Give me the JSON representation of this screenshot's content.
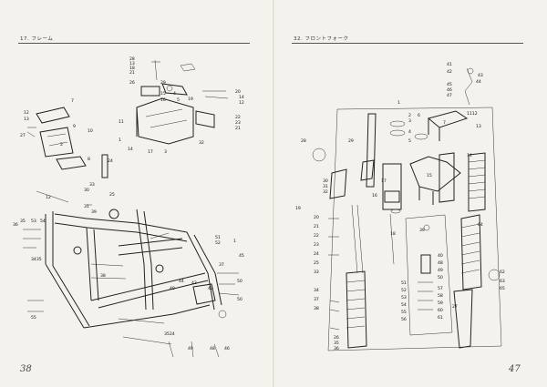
{
  "left_page": {
    "header": "17. フレーム",
    "page_number": "38",
    "labels": [
      "28",
      "13",
      "18",
      "21",
      "26",
      "29",
      "15",
      "16",
      "4",
      "5",
      "19",
      "20",
      "14",
      "12",
      "22",
      "23",
      "21",
      "11",
      "7",
      "12",
      "13",
      "27",
      "9",
      "10",
      "1",
      "14",
      "17",
      "3",
      "2",
      "8",
      "24",
      "32",
      "33",
      "30",
      "25",
      "12",
      "31",
      "36",
      "35",
      "53",
      "54",
      "39",
      "1",
      "51",
      "52",
      "38",
      "37",
      "40",
      "45",
      "3435",
      "44",
      "43",
      "42",
      "50",
      "50",
      "3524",
      "55",
      "49",
      "48",
      "46"
    ]
  },
  "right_page": {
    "header": "32. フロントフォーク",
    "page_number": "47",
    "labels": [
      "41",
      "42",
      "43",
      "44",
      "45",
      "46",
      "47",
      "1",
      "2",
      "3",
      "4",
      "5",
      "6",
      "7",
      "1112",
      "13",
      "14",
      "15",
      "16",
      "17",
      "18",
      "19",
      "20",
      "21",
      "22",
      "23",
      "24",
      "25",
      "26",
      "27",
      "28",
      "29",
      "30",
      "31",
      "32",
      "33",
      "34",
      "35",
      "36",
      "37",
      "38",
      "39",
      "40",
      "48",
      "49",
      "50",
      "51",
      "52",
      "53",
      "54",
      "55",
      "56",
      "57",
      "58",
      "59",
      "60",
      "61",
      "62",
      "63",
      "64",
      "65"
    ]
  }
}
